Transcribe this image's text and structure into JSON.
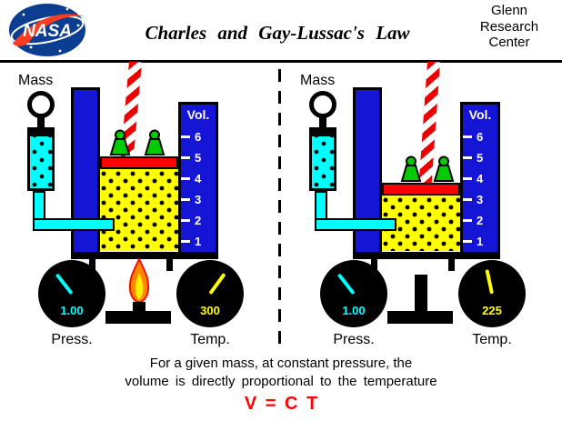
{
  "header": {
    "logo_text": "NASA",
    "title": "Charles and Gay-Lussac's Law",
    "org_line1": "Glenn",
    "org_line2": "Research",
    "org_line3": "Center"
  },
  "left_apparatus": {
    "mass_label": "Mass",
    "vol_label": "Vol.",
    "scale": [
      "6",
      "5",
      "4",
      "3",
      "2",
      "1"
    ],
    "pressure": {
      "value": "1.00",
      "label": "Press."
    },
    "temperature": {
      "value": "300",
      "label": "Temp."
    }
  },
  "right_apparatus": {
    "mass_label": "Mass",
    "vol_label": "Vol.",
    "scale": [
      "6",
      "5",
      "4",
      "3",
      "2",
      "1"
    ],
    "pressure": {
      "value": "1.00",
      "label": "Press."
    },
    "temperature": {
      "value": "225",
      "label": "Temp."
    }
  },
  "caption": {
    "line1": "For a given mass, at constant pressure, the",
    "line2": "volume is directly proportional to the temperature",
    "equation": "V = C T"
  },
  "colors": {
    "container_blue": "#1515d6",
    "gas_yellow": "#ffff00",
    "piston_red": "#ff0000",
    "tube_cyan": "#00ffff",
    "valve_green": "#00cc00",
    "equation_red": "#ff0000",
    "nasa_blue": "#0b3d91",
    "nasa_red": "#fc3d21"
  }
}
